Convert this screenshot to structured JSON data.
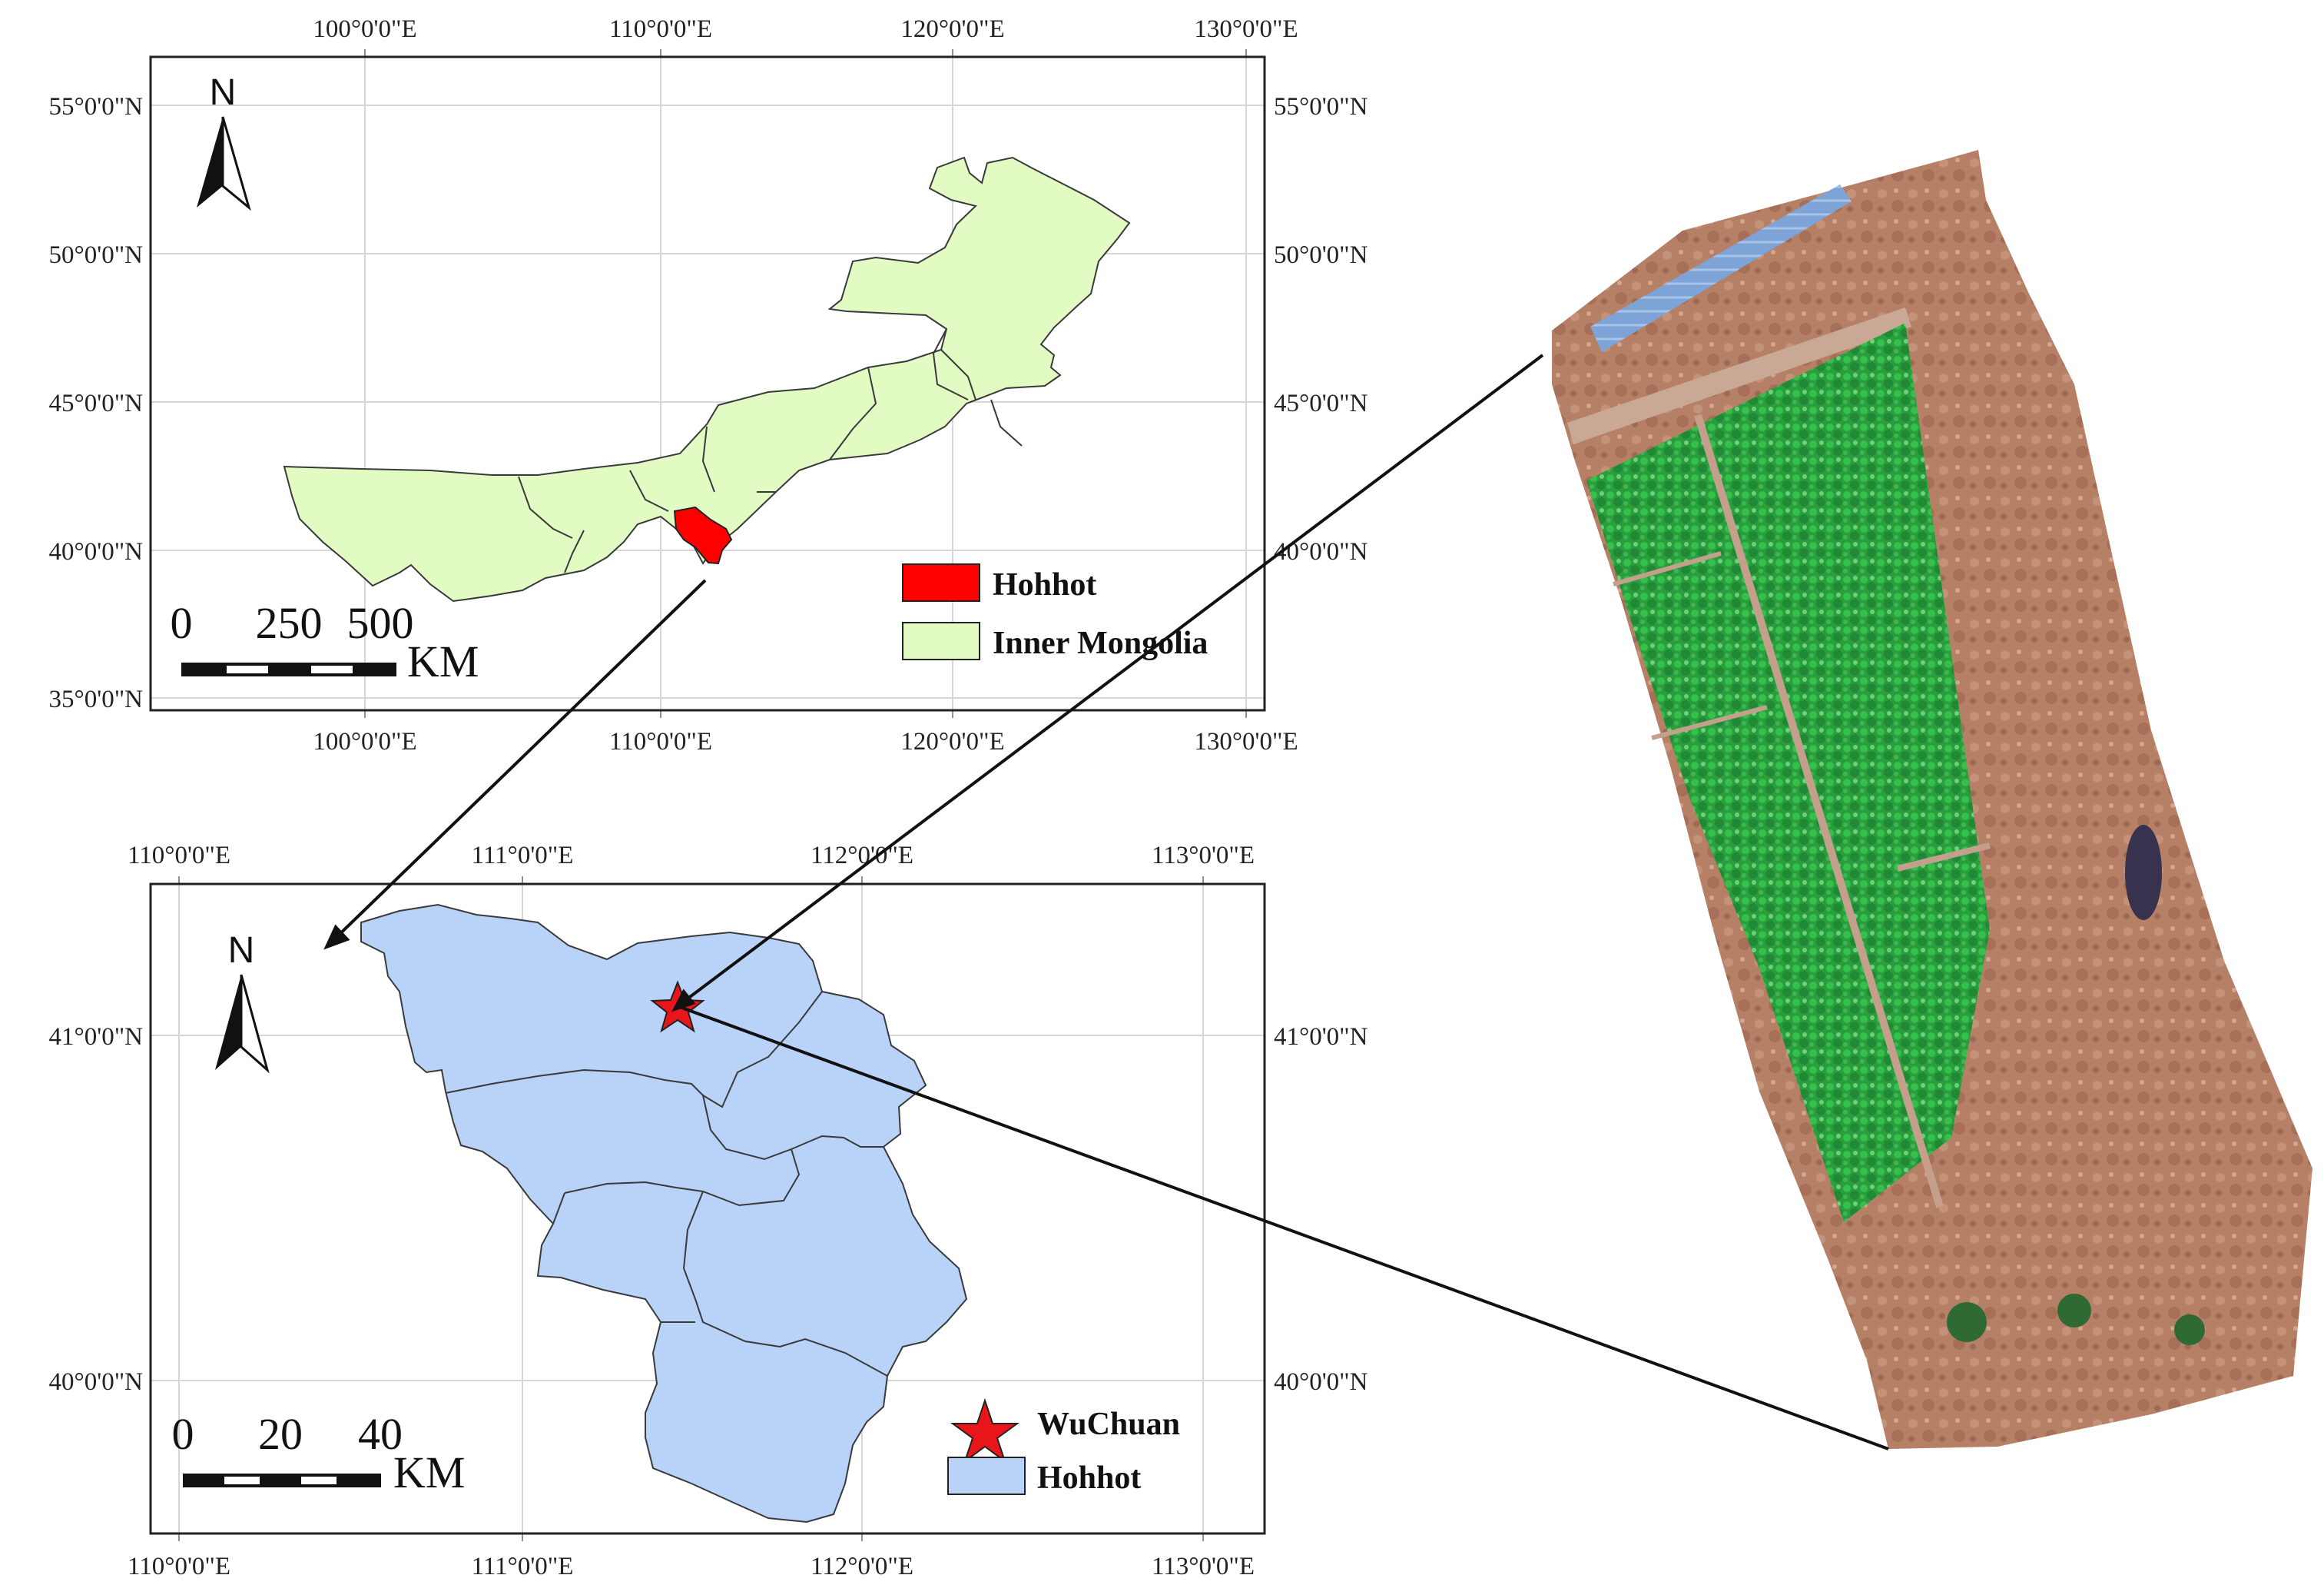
{
  "top_map": {
    "x_ticks_top": [
      "100°0'0\"E",
      "110°0'0\"E",
      "120°0'0\"E",
      "130°0'0\"E"
    ],
    "x_ticks_bottom": [
      "100°0'0\"E",
      "110°0'0\"E",
      "120°0'0\"E",
      "130°0'0\"E"
    ],
    "y_ticks_left": [
      "55°0'0\"N",
      "50°0'0\"N",
      "45°0'0\"N",
      "40°0'0\"N",
      "35°0'0\"N"
    ],
    "y_ticks_right": [
      "55°0'0\"N",
      "50°0'0\"N",
      "45°0'0\"N",
      "40°0'0\"N"
    ],
    "north": "N",
    "scale": {
      "labels": [
        "0",
        "250",
        "500"
      ],
      "unit": "KM"
    },
    "legend": [
      {
        "label": "Hohhot",
        "color": "#ff0000"
      },
      {
        "label": "Inner Mongolia",
        "color": "#e2fbc3"
      }
    ]
  },
  "bottom_map": {
    "x_ticks_top": [
      "110°0'0\"E",
      "111°0'0\"E",
      "112°0'0\"E",
      "113°0'0\"E"
    ],
    "x_ticks_bottom": [
      "110°0'0\"E",
      "111°0'0\"E",
      "112°0'0\"E",
      "113°0'0\"E"
    ],
    "y_ticks_left": [
      "41°0'0\"N",
      "40°0'0\"N"
    ],
    "y_ticks_right": [
      "41°0'0\"N",
      "40°0'0\"N"
    ],
    "north": "N",
    "scale": {
      "labels": [
        "0",
        "20",
        "40"
      ],
      "unit": "KM"
    },
    "legend": [
      {
        "label": "WuChuan",
        "color": "#e8161b",
        "symbol": "star"
      },
      {
        "label": "Hohhot",
        "color": "#b8d2f8"
      }
    ]
  },
  "colors": {
    "inner_mongolia_fill": "#e2fbc3",
    "hohhot_highlight": "#ff0000",
    "hohhot_fill": "#b8d2f8",
    "vegetation": "#2aa83e",
    "bare_soil": "#b97f66",
    "greenhouse_roof": "#7fa7d8"
  },
  "aerial_photo": {
    "subject": "UAV orthomosaic of the field site"
  }
}
